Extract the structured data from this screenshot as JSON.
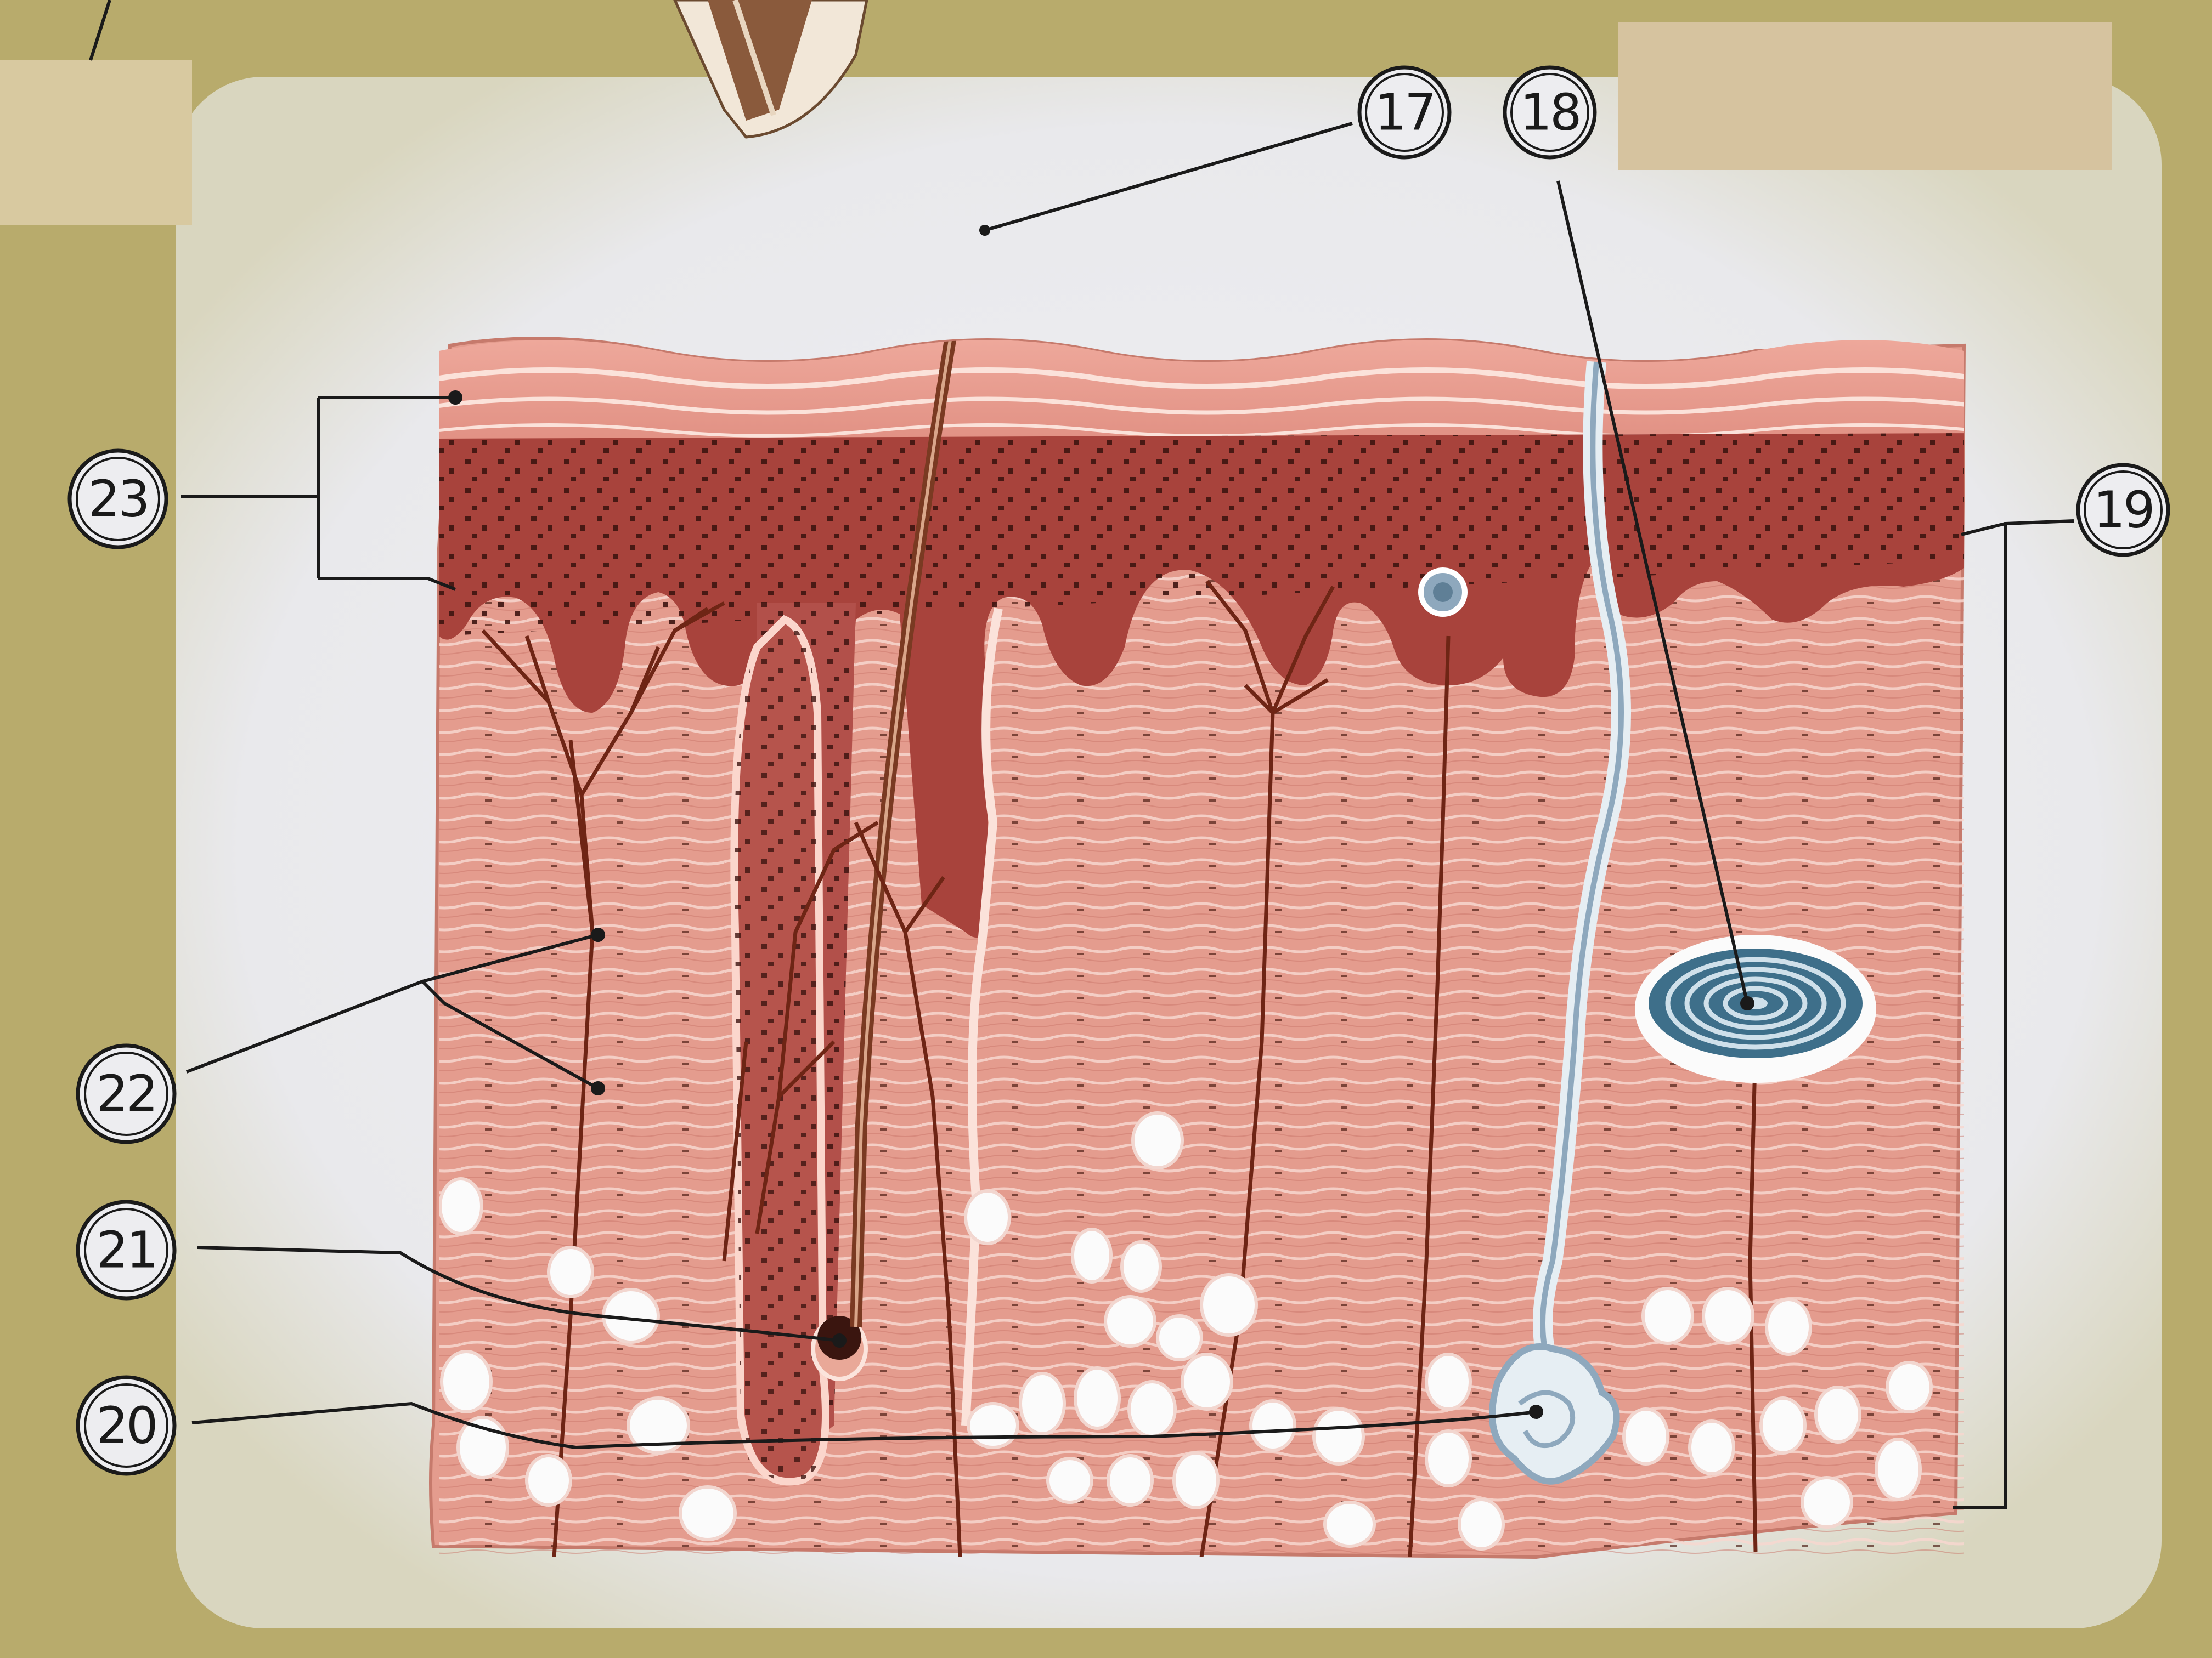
{
  "diagram": {
    "subject": "skin cross-section model",
    "labels": [
      {
        "id": "17",
        "text": "17"
      },
      {
        "id": "18",
        "text": "18"
      },
      {
        "id": "19",
        "text": "19"
      },
      {
        "id": "20",
        "text": "20"
      },
      {
        "id": "21",
        "text": "21"
      },
      {
        "id": "22",
        "text": "22"
      },
      {
        "id": "23",
        "text": "23"
      }
    ],
    "colors": {
      "board": "#b8ab6c",
      "panel": "#e8e8ec",
      "epidermis_top": "#e6a196",
      "epidermis_dark": "#a8403a",
      "dermis": "#e39a8c",
      "nerve": "#6e2515",
      "hair": "#7a3a22",
      "sweat_gland": "#8ea8bd",
      "fat": "#fbfbfb",
      "leader": "#1a1a1a"
    }
  }
}
